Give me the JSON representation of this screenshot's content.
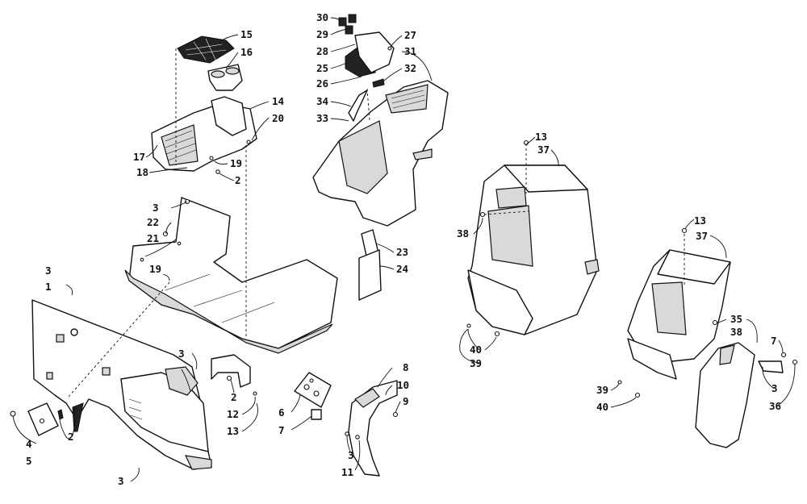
{
  "diagram": {
    "callouts": [
      {
        "id": "c1",
        "label": "1"
      },
      {
        "id": "c2a",
        "label": "2"
      },
      {
        "id": "c2b",
        "label": "2"
      },
      {
        "id": "c2c",
        "label": "2"
      },
      {
        "id": "c3a",
        "label": "3"
      },
      {
        "id": "c3b",
        "label": "3"
      },
      {
        "id": "c3c",
        "label": "3"
      },
      {
        "id": "c3d",
        "label": "3"
      },
      {
        "id": "c3e",
        "label": "3"
      },
      {
        "id": "c3f",
        "label": "3"
      },
      {
        "id": "c4",
        "label": "4"
      },
      {
        "id": "c5",
        "label": "5"
      },
      {
        "id": "c6",
        "label": "6"
      },
      {
        "id": "c7a",
        "label": "7"
      },
      {
        "id": "c7b",
        "label": "7"
      },
      {
        "id": "c8",
        "label": "8"
      },
      {
        "id": "c9",
        "label": "9"
      },
      {
        "id": "c10",
        "label": "10"
      },
      {
        "id": "c11",
        "label": "11"
      },
      {
        "id": "c12",
        "label": "12"
      },
      {
        "id": "c13a",
        "label": "13"
      },
      {
        "id": "c13b",
        "label": "13"
      },
      {
        "id": "c13c",
        "label": "13"
      },
      {
        "id": "c14",
        "label": "14"
      },
      {
        "id": "c15",
        "label": "15"
      },
      {
        "id": "c16",
        "label": "16"
      },
      {
        "id": "c17",
        "label": "17"
      },
      {
        "id": "c18",
        "label": "18"
      },
      {
        "id": "c19a",
        "label": "19"
      },
      {
        "id": "c19b",
        "label": "19"
      },
      {
        "id": "c20",
        "label": "20"
      },
      {
        "id": "c21",
        "label": "21"
      },
      {
        "id": "c22",
        "label": "22"
      },
      {
        "id": "c23",
        "label": "23"
      },
      {
        "id": "c24",
        "label": "24"
      },
      {
        "id": "c25",
        "label": "25"
      },
      {
        "id": "c26",
        "label": "26"
      },
      {
        "id": "c27",
        "label": "27"
      },
      {
        "id": "c28",
        "label": "28"
      },
      {
        "id": "c29",
        "label": "29"
      },
      {
        "id": "c30",
        "label": "30"
      },
      {
        "id": "c31",
        "label": "31"
      },
      {
        "id": "c32",
        "label": "32"
      },
      {
        "id": "c33",
        "label": "33"
      },
      {
        "id": "c34",
        "label": "34"
      },
      {
        "id": "c35",
        "label": "35"
      },
      {
        "id": "c36",
        "label": "36"
      },
      {
        "id": "c37a",
        "label": "37"
      },
      {
        "id": "c37b",
        "label": "37"
      },
      {
        "id": "c38a",
        "label": "38"
      },
      {
        "id": "c38b",
        "label": "38"
      },
      {
        "id": "c39a",
        "label": "39"
      },
      {
        "id": "c39b",
        "label": "39"
      },
      {
        "id": "c40a",
        "label": "40"
      },
      {
        "id": "c40b",
        "label": "40"
      }
    ]
  }
}
